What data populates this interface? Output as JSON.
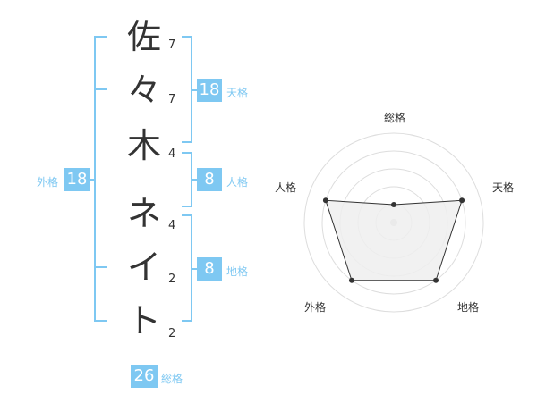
{
  "name": {
    "chars": [
      {
        "char": "佐",
        "strokes": "7"
      },
      {
        "char": "々",
        "strokes": "7"
      },
      {
        "char": "木",
        "strokes": "4"
      },
      {
        "char": "ネ",
        "strokes": "4"
      },
      {
        "char": "イ",
        "strokes": "2"
      },
      {
        "char": "ト",
        "strokes": "2"
      }
    ]
  },
  "fortune": {
    "tenkaku": {
      "label": "天格",
      "value": "18"
    },
    "jinkaku": {
      "label": "人格",
      "value": "8"
    },
    "chikaku": {
      "label": "地格",
      "value": "8"
    },
    "gaikaku": {
      "label": "外格",
      "value": "18"
    },
    "soukaku": {
      "label": "総格",
      "value": "26"
    }
  },
  "colors": {
    "accent": "#7ec8f2",
    "text": "#333333",
    "radar_fill": "#efefef",
    "ring": "#dddddd"
  },
  "chart_data": {
    "type": "radar",
    "axes": [
      "総格",
      "天格",
      "地格",
      "外格",
      "人格"
    ],
    "values": [
      1,
      4,
      4,
      4,
      4
    ],
    "rlim": [
      0,
      5
    ],
    "rings": 5
  }
}
